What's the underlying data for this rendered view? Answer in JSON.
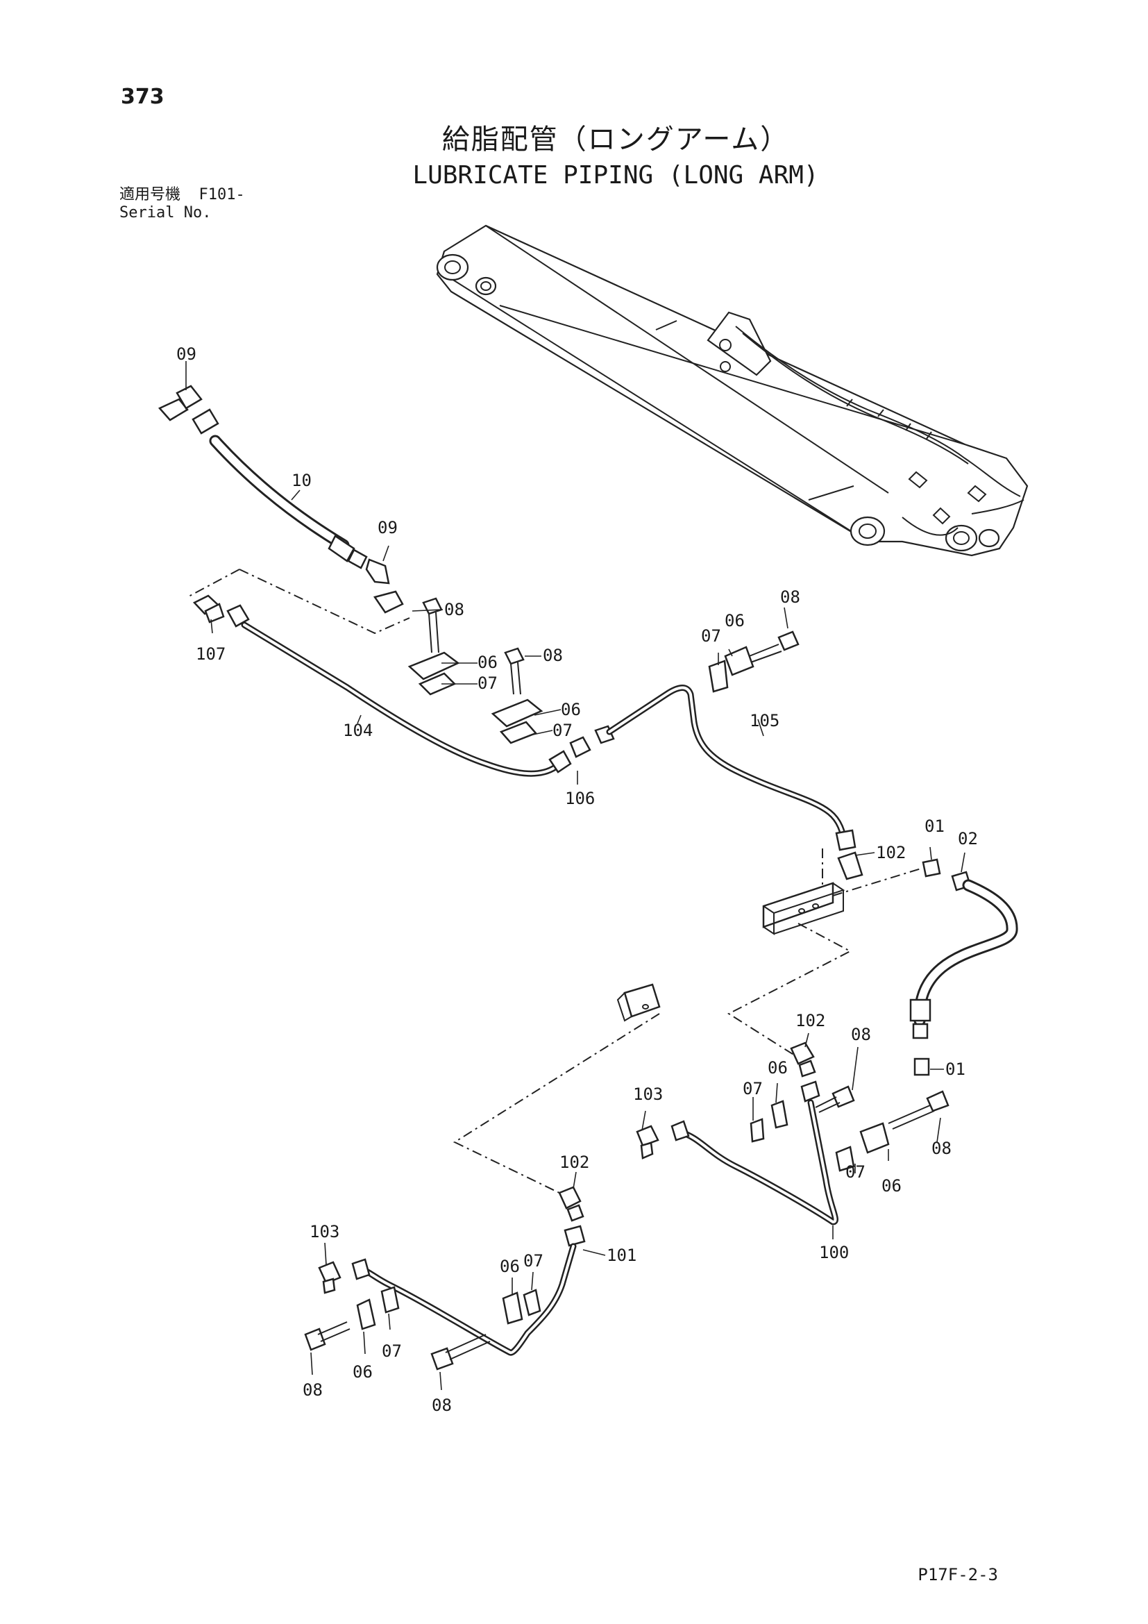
{
  "page_number": "373",
  "title_jp": "給脂配管（ロングアーム）",
  "title_en": "LUBRICATE PIPING (LONG ARM)",
  "serial_label_jp": "適用号機",
  "serial_value": "F101-",
  "serial_label_en": "Serial No.",
  "drawing_code": "P17F-2-3",
  "callouts": {
    "c09a": "09",
    "c10": "10",
    "c09b": "09",
    "c08a": "08",
    "c107": "107",
    "c06a": "06",
    "c07a": "07",
    "c08b": "08",
    "c06b": "06",
    "c07b": "07",
    "c104": "104",
    "c106": "106",
    "c08c": "08",
    "c07c": "07",
    "c06c": "06",
    "c105": "105",
    "c102a": "102",
    "c01a": "01",
    "c02": "02",
    "c01b": "01",
    "c102b": "102",
    "c08d": "08",
    "c06d": "06",
    "c07d": "07",
    "c103a": "103",
    "c08e": "08",
    "c06e": "06",
    "c07e": "07",
    "c100": "100",
    "c102c": "102",
    "c101": "101",
    "c103b": "103",
    "c06f": "06",
    "c07f": "07",
    "c08f": "08",
    "c06g": "06",
    "c07g": "07",
    "c08g": "08"
  }
}
